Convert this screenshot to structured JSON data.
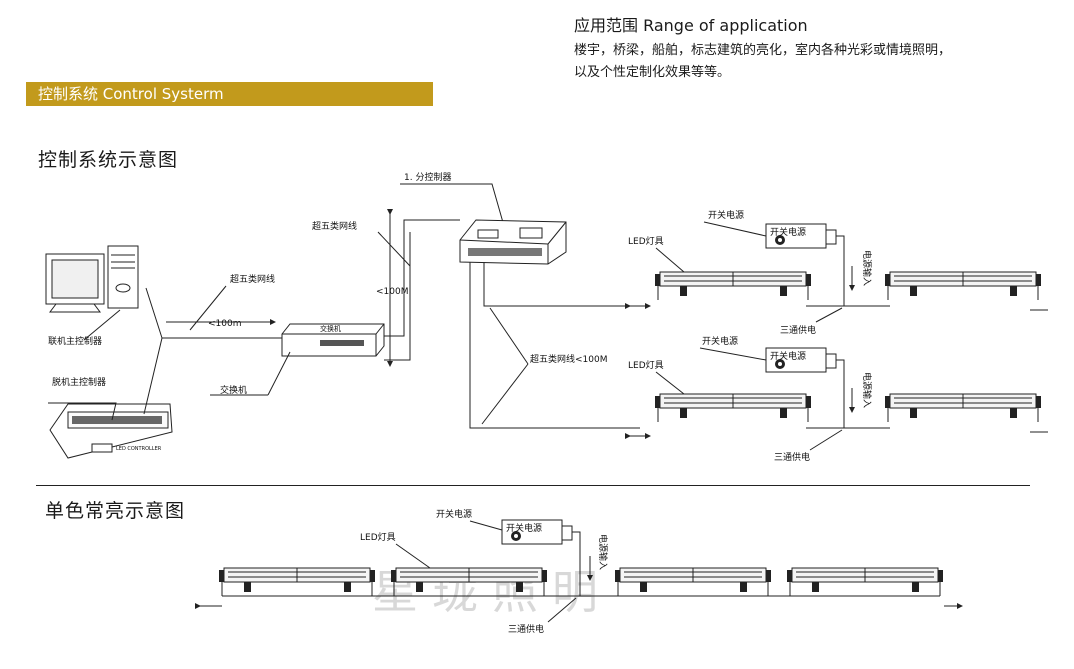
{
  "range": {
    "title": "应用范围 Range of application",
    "line1": "楼宇，桥梁，船舶，标志建筑的亮化，室内各种光彩或情境照明，",
    "line2": "以及个性定制化效果等等。"
  },
  "section_bar": "控制系统   Control Systerm",
  "system_heading": "控制系统示意图",
  "mono_heading": "单色常亮示意图",
  "labels": {
    "sub_controller": "1. 分控制器",
    "cat5_top": "超五类网线",
    "cat5_left": "超五类网线",
    "dist_100m_v": "<100M",
    "dist_100m_h": "<100m",
    "switch_box": "交换机",
    "switch_label": "交换机",
    "online_master": "联机主控制器",
    "offline_master": "脱机主控制器",
    "offline_device_text": "LED CONTROLLER",
    "cat5_bottom": "超五类网线<100M",
    "led_fixture": "LED灯具",
    "psu": "开关电源",
    "psu_box": "开关电源",
    "power_in": "电源输入",
    "tee": "三通供电"
  },
  "watermark": "星珑照明"
}
